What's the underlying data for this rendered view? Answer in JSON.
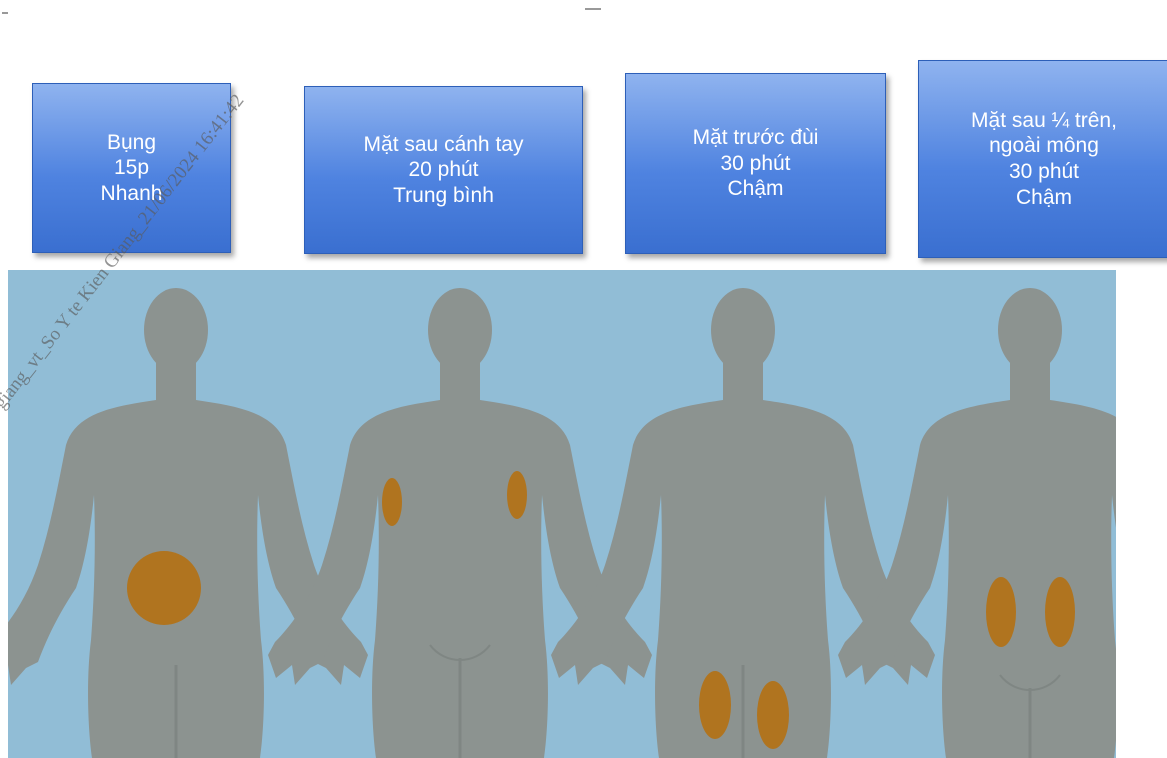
{
  "sites": [
    {
      "lines": [
        "Bụng",
        "15p",
        "Nhanh"
      ]
    },
    {
      "lines": [
        "Mặt sau cánh tay",
        "20 phút",
        "Trung bình"
      ]
    },
    {
      "lines": [
        "Mặt trước đùi",
        "30 phút",
        "Chậm"
      ]
    },
    {
      "lines": [
        "Mặt sau ¼ trên,",
        "ngoài mông",
        "30 phút",
        "Chậm"
      ]
    }
  ],
  "watermark": "giang_vt_So Y te Kien Giang_21/06/2024 16:41:42",
  "colors": {
    "background_panel": "#91bdd6",
    "body_silhouette": "#8c9390",
    "injection_area": "#b0741f",
    "label_box": "#4f83e0"
  }
}
